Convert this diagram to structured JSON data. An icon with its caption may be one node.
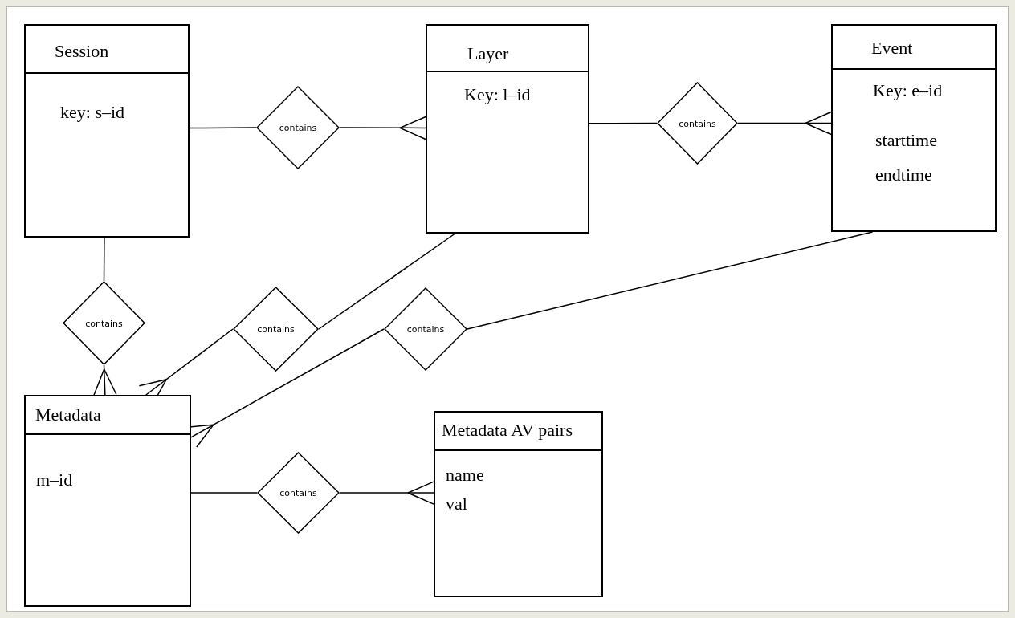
{
  "diagram": {
    "nodes": [
      {
        "text": [
          "Session",
          "key: s–id"
        ]
      },
      {
        "text": [
          "contains"
        ]
      },
      {
        "text": [
          "Layer",
          "Key: l–id"
        ]
      },
      {
        "text": [
          "contains"
        ]
      },
      {
        "text": [
          "Event",
          "Key: e–id",
          "starttime",
          "endtime"
        ]
      },
      {
        "text": [
          "contains"
        ]
      },
      {
        "text": [
          "contains"
        ]
      },
      {
        "text": [
          "contains"
        ]
      },
      {
        "text": [
          "Metadata",
          "m–id"
        ]
      },
      {
        "text": [
          "Metadata AV pairs",
          "name",
          "val"
        ]
      },
      {
        "text": [
          "contains"
        ]
      }
    ],
    "edges": [
      {
        "from": 0,
        "to": 1,
        "arrow": "none"
      },
      {
        "from": 1,
        "to": 2,
        "arrow": "other"
      },
      {
        "from": 2,
        "to": 3,
        "arrow": "none"
      },
      {
        "from": 3,
        "to": 4,
        "arrow": "other"
      },
      {
        "from": 0,
        "to": 5,
        "arrow": "none"
      },
      {
        "from": 5,
        "to": 8,
        "arrow": "other"
      },
      {
        "from": 2,
        "to": 6,
        "arrow": "none"
      },
      {
        "from": 6,
        "to": 8,
        "arrow": "other"
      },
      {
        "from": 4,
        "to": 7,
        "arrow": "none"
      },
      {
        "from": 7,
        "to": 8,
        "arrow": "other"
      },
      {
        "from": 8,
        "to": 10,
        "arrow": "none"
      },
      {
        "from": 10,
        "to": 9,
        "arrow": "other"
      }
    ]
  }
}
